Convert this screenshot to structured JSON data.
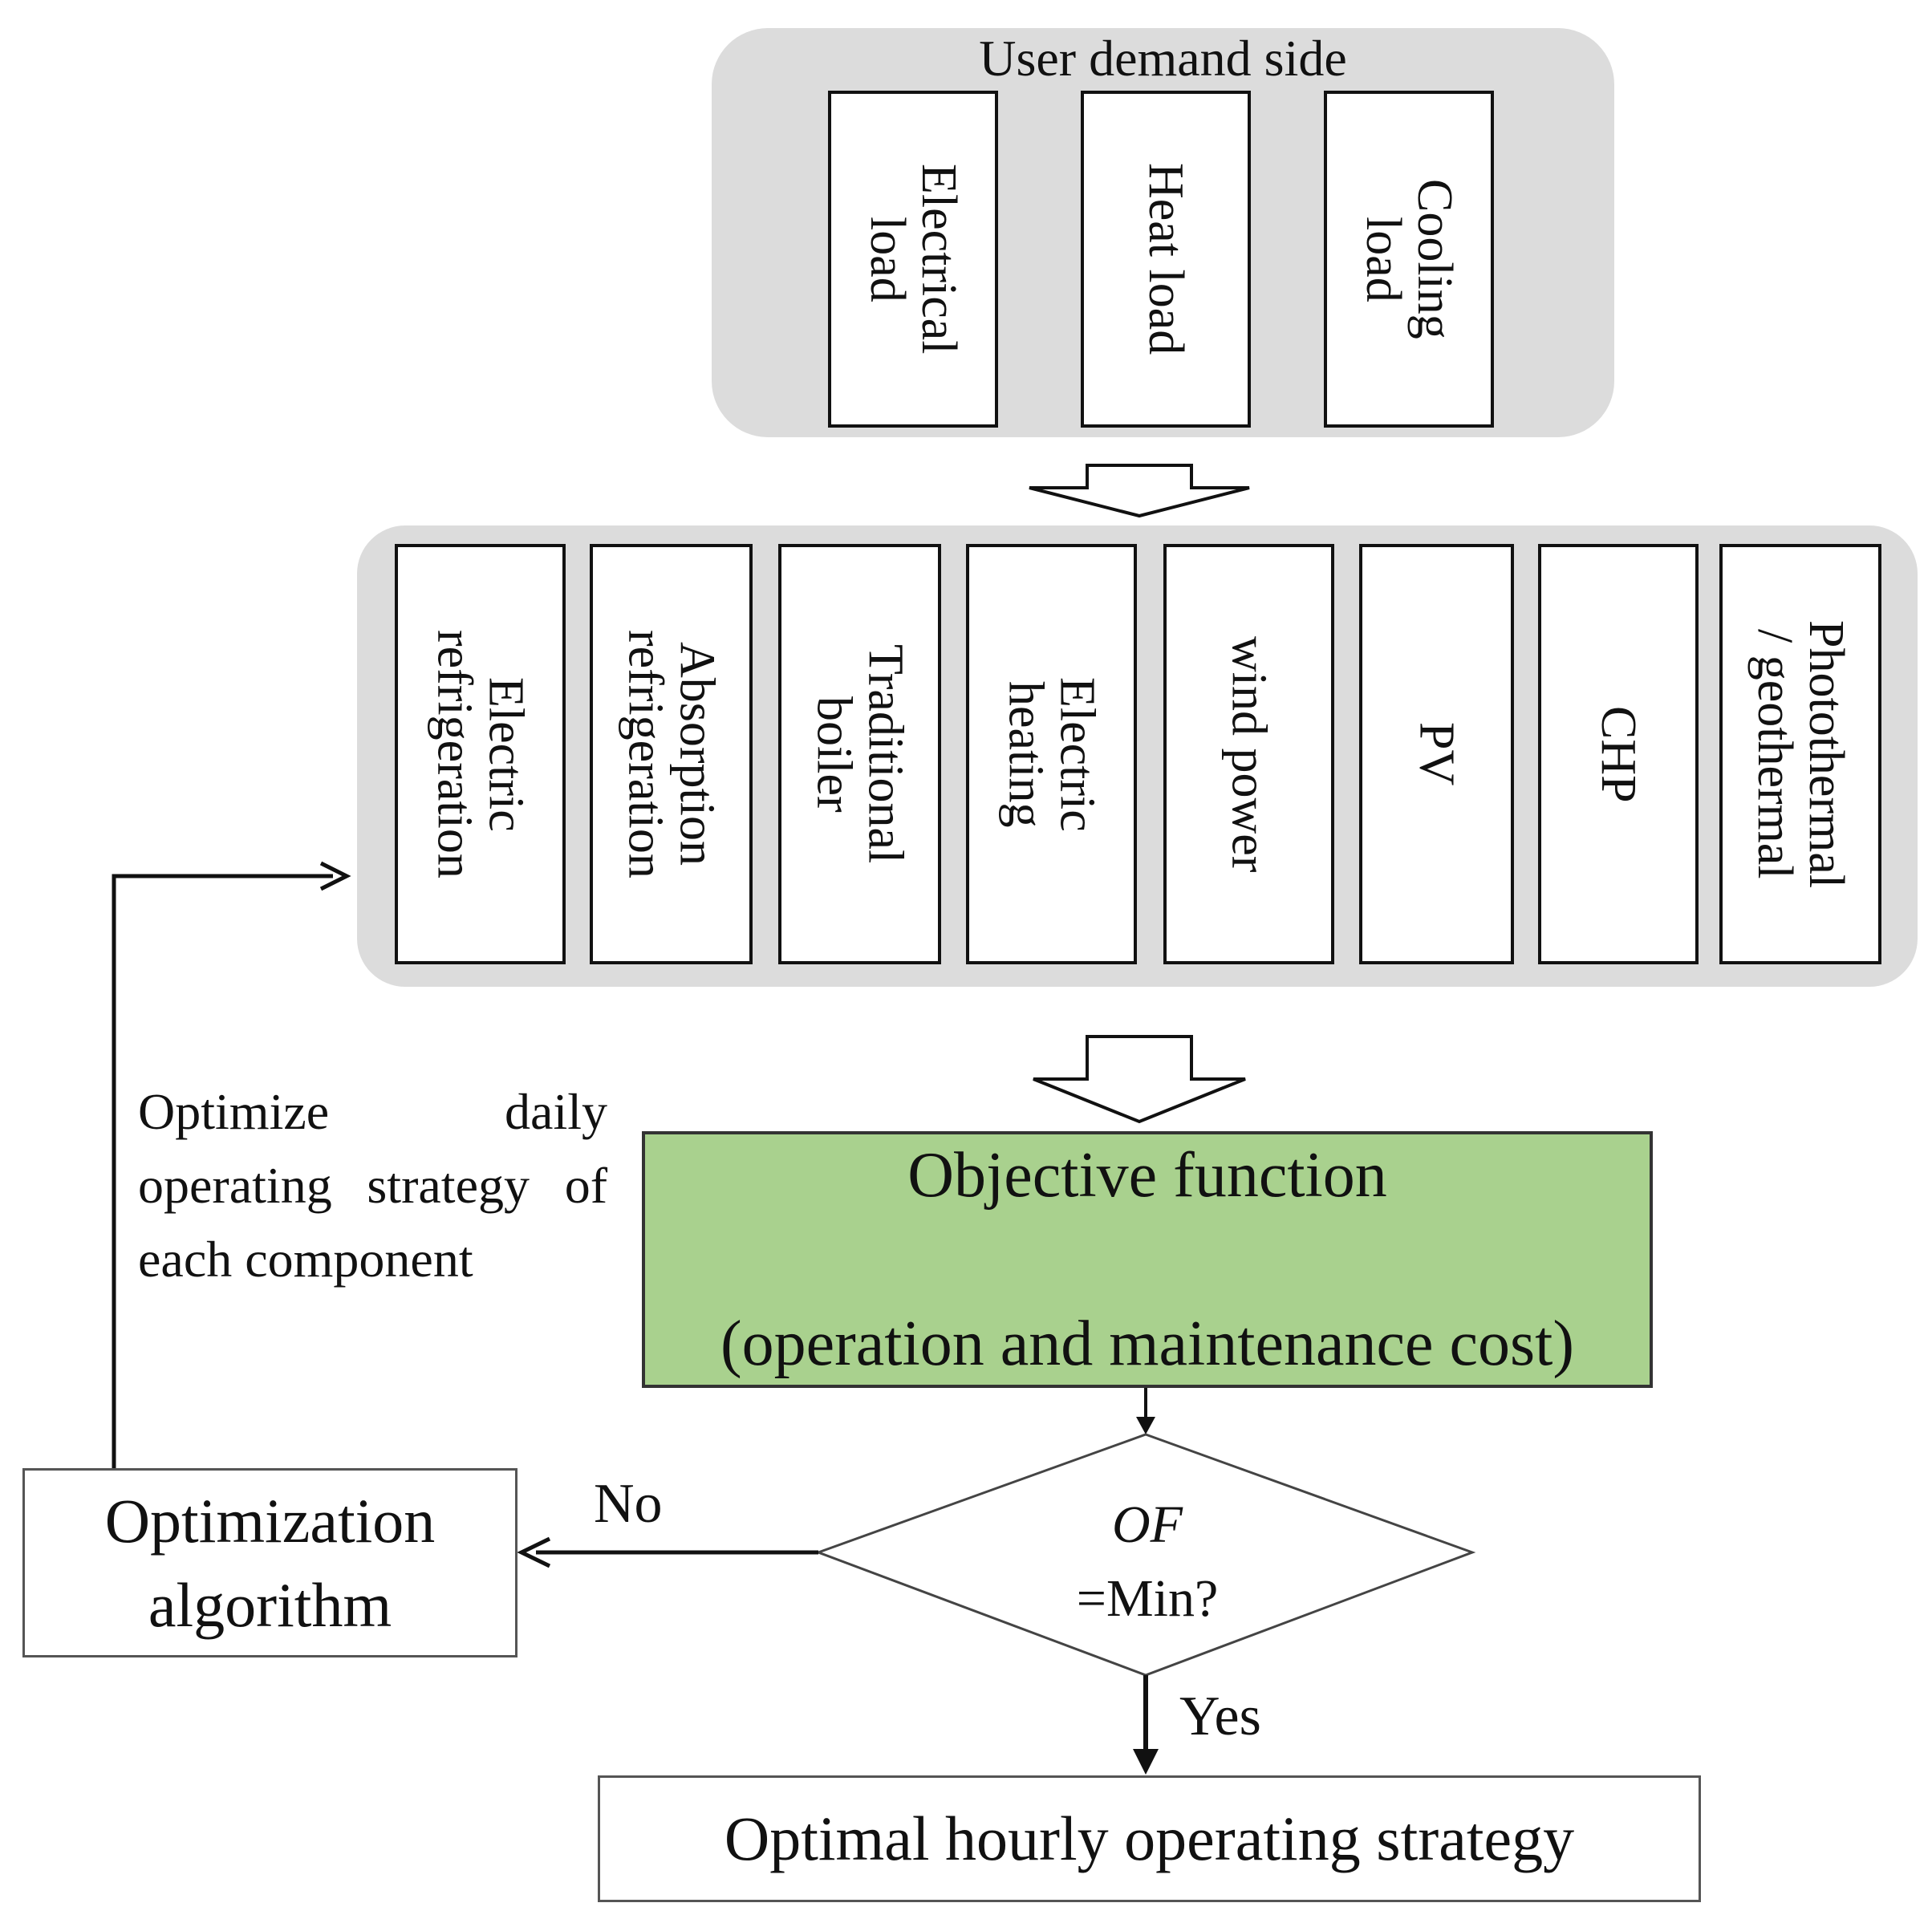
{
  "user_demand": {
    "title": "User demand side",
    "loads": [
      "Electrical\nload",
      "Heat load",
      "Cooling\nload"
    ]
  },
  "components": [
    "Electric\nrefrigeration",
    "Absorption\nrefrigeration",
    "Traditional\nboiler",
    "Electric\nheating",
    "wind power",
    "PV",
    "CHP",
    "Photothermal\n/ geothermal"
  ],
  "objective": {
    "line1": "Objective function",
    "line2": "(operation and maintenance cost)",
    "fill_color": "#a9d18e"
  },
  "side_note": "Optimize daily operating strategy of each component",
  "decision": {
    "var": "OF",
    "rest": "=Min?"
  },
  "labels": {
    "no": "No",
    "yes": "Yes"
  },
  "optimization_algorithm": "Optimization\nalgorithm",
  "optimal_strategy": "Optimal hourly operating strategy"
}
